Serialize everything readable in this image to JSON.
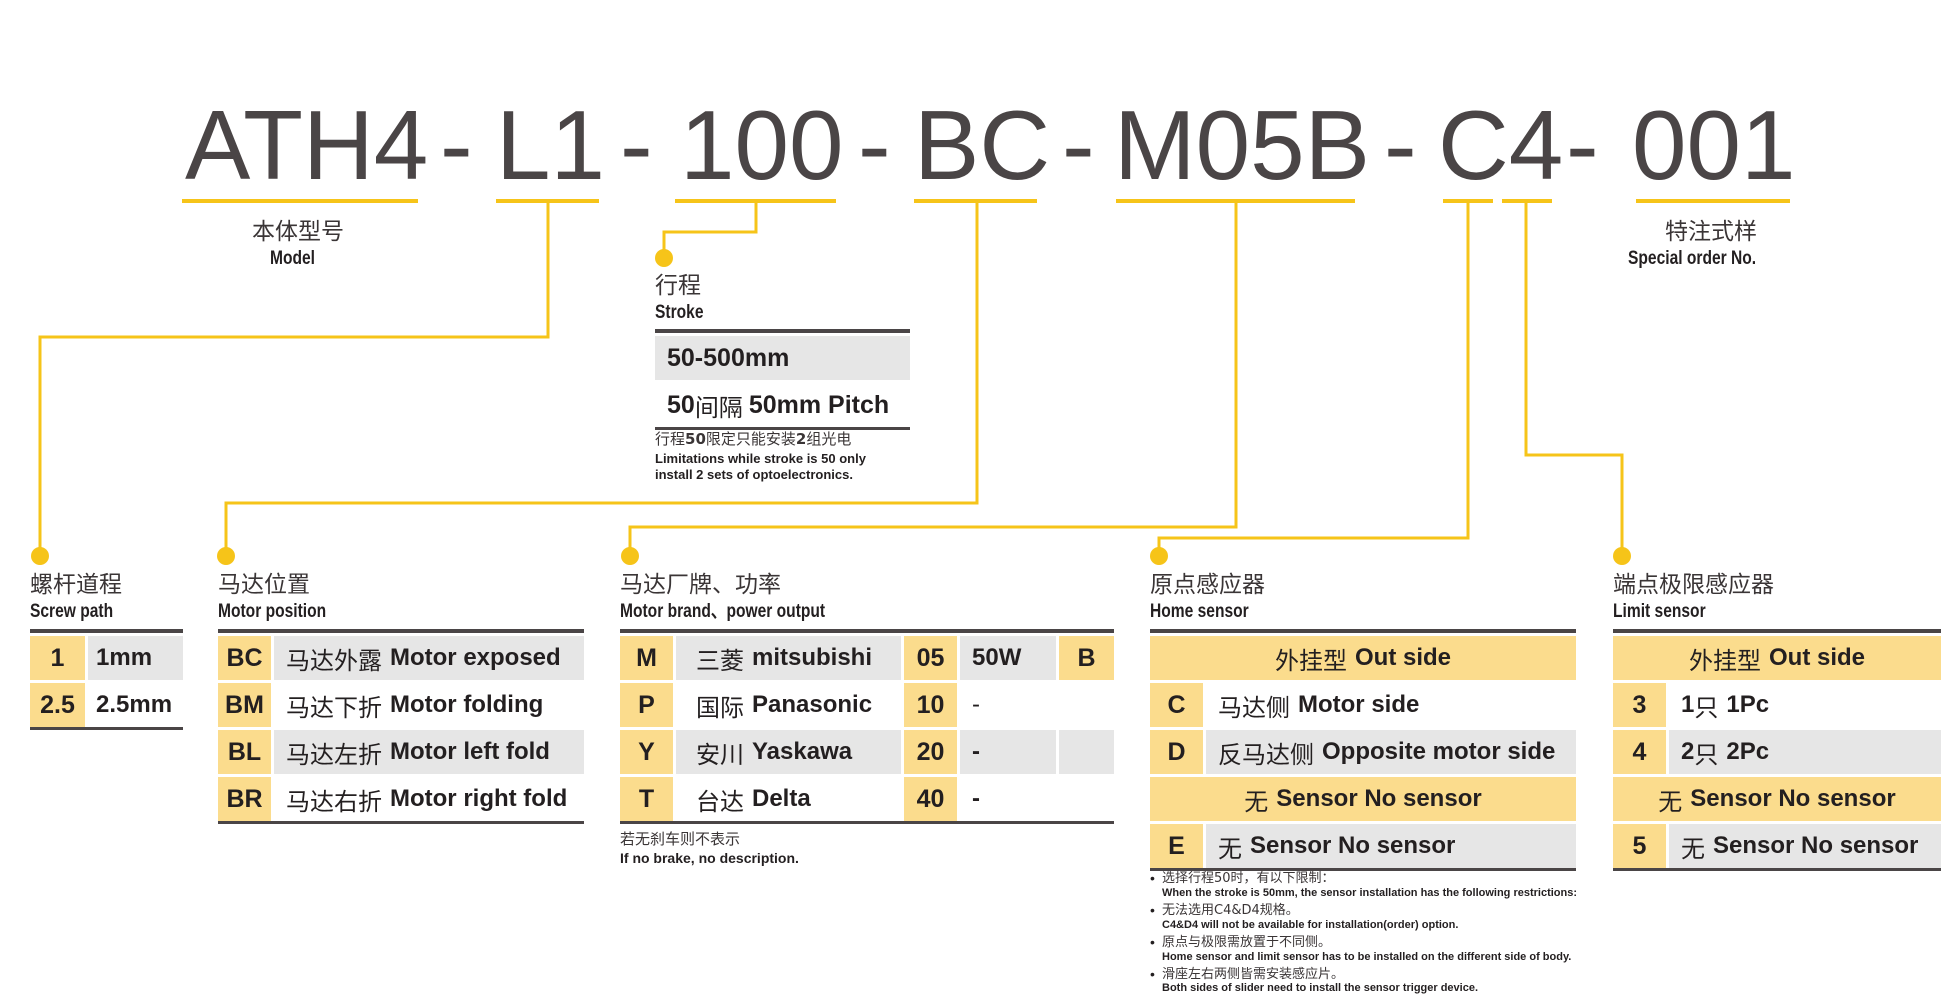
{
  "code_segments": [
    "ATH4",
    "-",
    "L1",
    "-",
    "100",
    "-",
    "BC",
    "-",
    "M05B",
    "-",
    "C4",
    "-",
    "001"
  ],
  "model": {
    "zh": "本体型号",
    "en": "Model"
  },
  "special_order": {
    "zh": "特注式样",
    "en": "Special order No."
  },
  "stroke": {
    "zh": "行程",
    "en": "Stroke",
    "rows": [
      {
        "value": "50-500mm"
      },
      {
        "num": "50",
        "zh": "间隔",
        "en": "50mm Pitch"
      }
    ],
    "note_zh_prefix": "行程",
    "note_zh_num1": "50",
    "note_zh_mid": "限定只能安装",
    "note_zh_num2": "2",
    "note_zh_suffix": "组光电",
    "note_en_1": "Limitations while stroke is 50 only",
    "note_en_2": "install 2 sets of optoelectronics."
  },
  "screw_path": {
    "zh": "螺杆道程",
    "en": "Screw path",
    "rows": [
      {
        "code": "1",
        "value": "1mm"
      },
      {
        "code": "2.5",
        "value": "2.5mm"
      }
    ]
  },
  "motor_position": {
    "zh": "马达位置",
    "en": "Motor position",
    "rows": [
      {
        "code": "BC",
        "zh": "马达外露",
        "en": "Motor exposed"
      },
      {
        "code": "BM",
        "zh": "马达下折",
        "en": "Motor folding"
      },
      {
        "code": "BL",
        "zh": "马达左折",
        "en": "Motor left fold"
      },
      {
        "code": "BR",
        "zh": "马达右折",
        "en": "Motor right fold"
      }
    ]
  },
  "motor_brand": {
    "zh": "马达厂牌、功率",
    "en": "Motor brand、power output",
    "rows": [
      {
        "code": "M",
        "zh": "三菱",
        "en": "mitsubishi",
        "pcode": "05",
        "power": "50W",
        "brake": "B"
      },
      {
        "code": "P",
        "zh": "国际",
        "en": "Panasonic",
        "pcode": "10",
        "power": "-",
        "brake": ""
      },
      {
        "code": "Y",
        "zh": "安川",
        "en": "Yaskawa",
        "pcode": "20",
        "power": "-",
        "brake": ""
      },
      {
        "code": "T",
        "zh": "台达",
        "en": "Delta",
        "pcode": "40",
        "power": "-",
        "brake": ""
      }
    ],
    "note_zh": "若无刹车则不表示",
    "note_en": "If no brake, no description."
  },
  "home_sensor": {
    "zh": "原点感应器",
    "en": "Home sensor",
    "rows": [
      {
        "code": "",
        "zh": "外挂型",
        "en": "Out side",
        "header": true
      },
      {
        "code": "C",
        "zh": "马达侧",
        "en": "Motor side"
      },
      {
        "code": "D",
        "zh": "反马达侧",
        "en": "Opposite motor side"
      },
      {
        "code": "",
        "zh": "无",
        "en": "Sensor No sensor",
        "header": true
      },
      {
        "code": "E",
        "zh": "无",
        "en": "Sensor No sensor"
      }
    ],
    "notes": [
      {
        "zh": "选择行程50时，有以下限制：",
        "en": "When the stroke is 50mm, the sensor installation has the following restrictions:"
      },
      {
        "zh": "无法选用C4&D4规格。",
        "en": "C4&D4 will not be available for installation(order) option."
      },
      {
        "zh": "原点与极限需放置于不同侧。",
        "en": "Home sensor and limit sensor has to be installed on the different side of body."
      },
      {
        "zh": "滑座左右两侧皆需安装感应片。",
        "en": "Both sides of slider need to install the sensor trigger device."
      }
    ]
  },
  "limit_sensor": {
    "zh": "端点极限感应器",
    "en": "Limit sensor",
    "rows": [
      {
        "code": "",
        "zh": "外挂型",
        "en": "Out side",
        "header": true
      },
      {
        "code": "3",
        "num": "1",
        "zh": "只",
        "en": "1Pc"
      },
      {
        "code": "4",
        "num": "2",
        "zh": "只",
        "en": "2Pc"
      },
      {
        "code": "",
        "zh": "无",
        "en": "Sensor No sensor",
        "header": true
      },
      {
        "code": "5",
        "zh": "无",
        "en": "Sensor No sensor"
      }
    ]
  },
  "colors": {
    "accent": "#f6c419",
    "code_cell": "#fbdc8d",
    "desc_cell": "#e6e6e6",
    "text": "#4a4546"
  }
}
